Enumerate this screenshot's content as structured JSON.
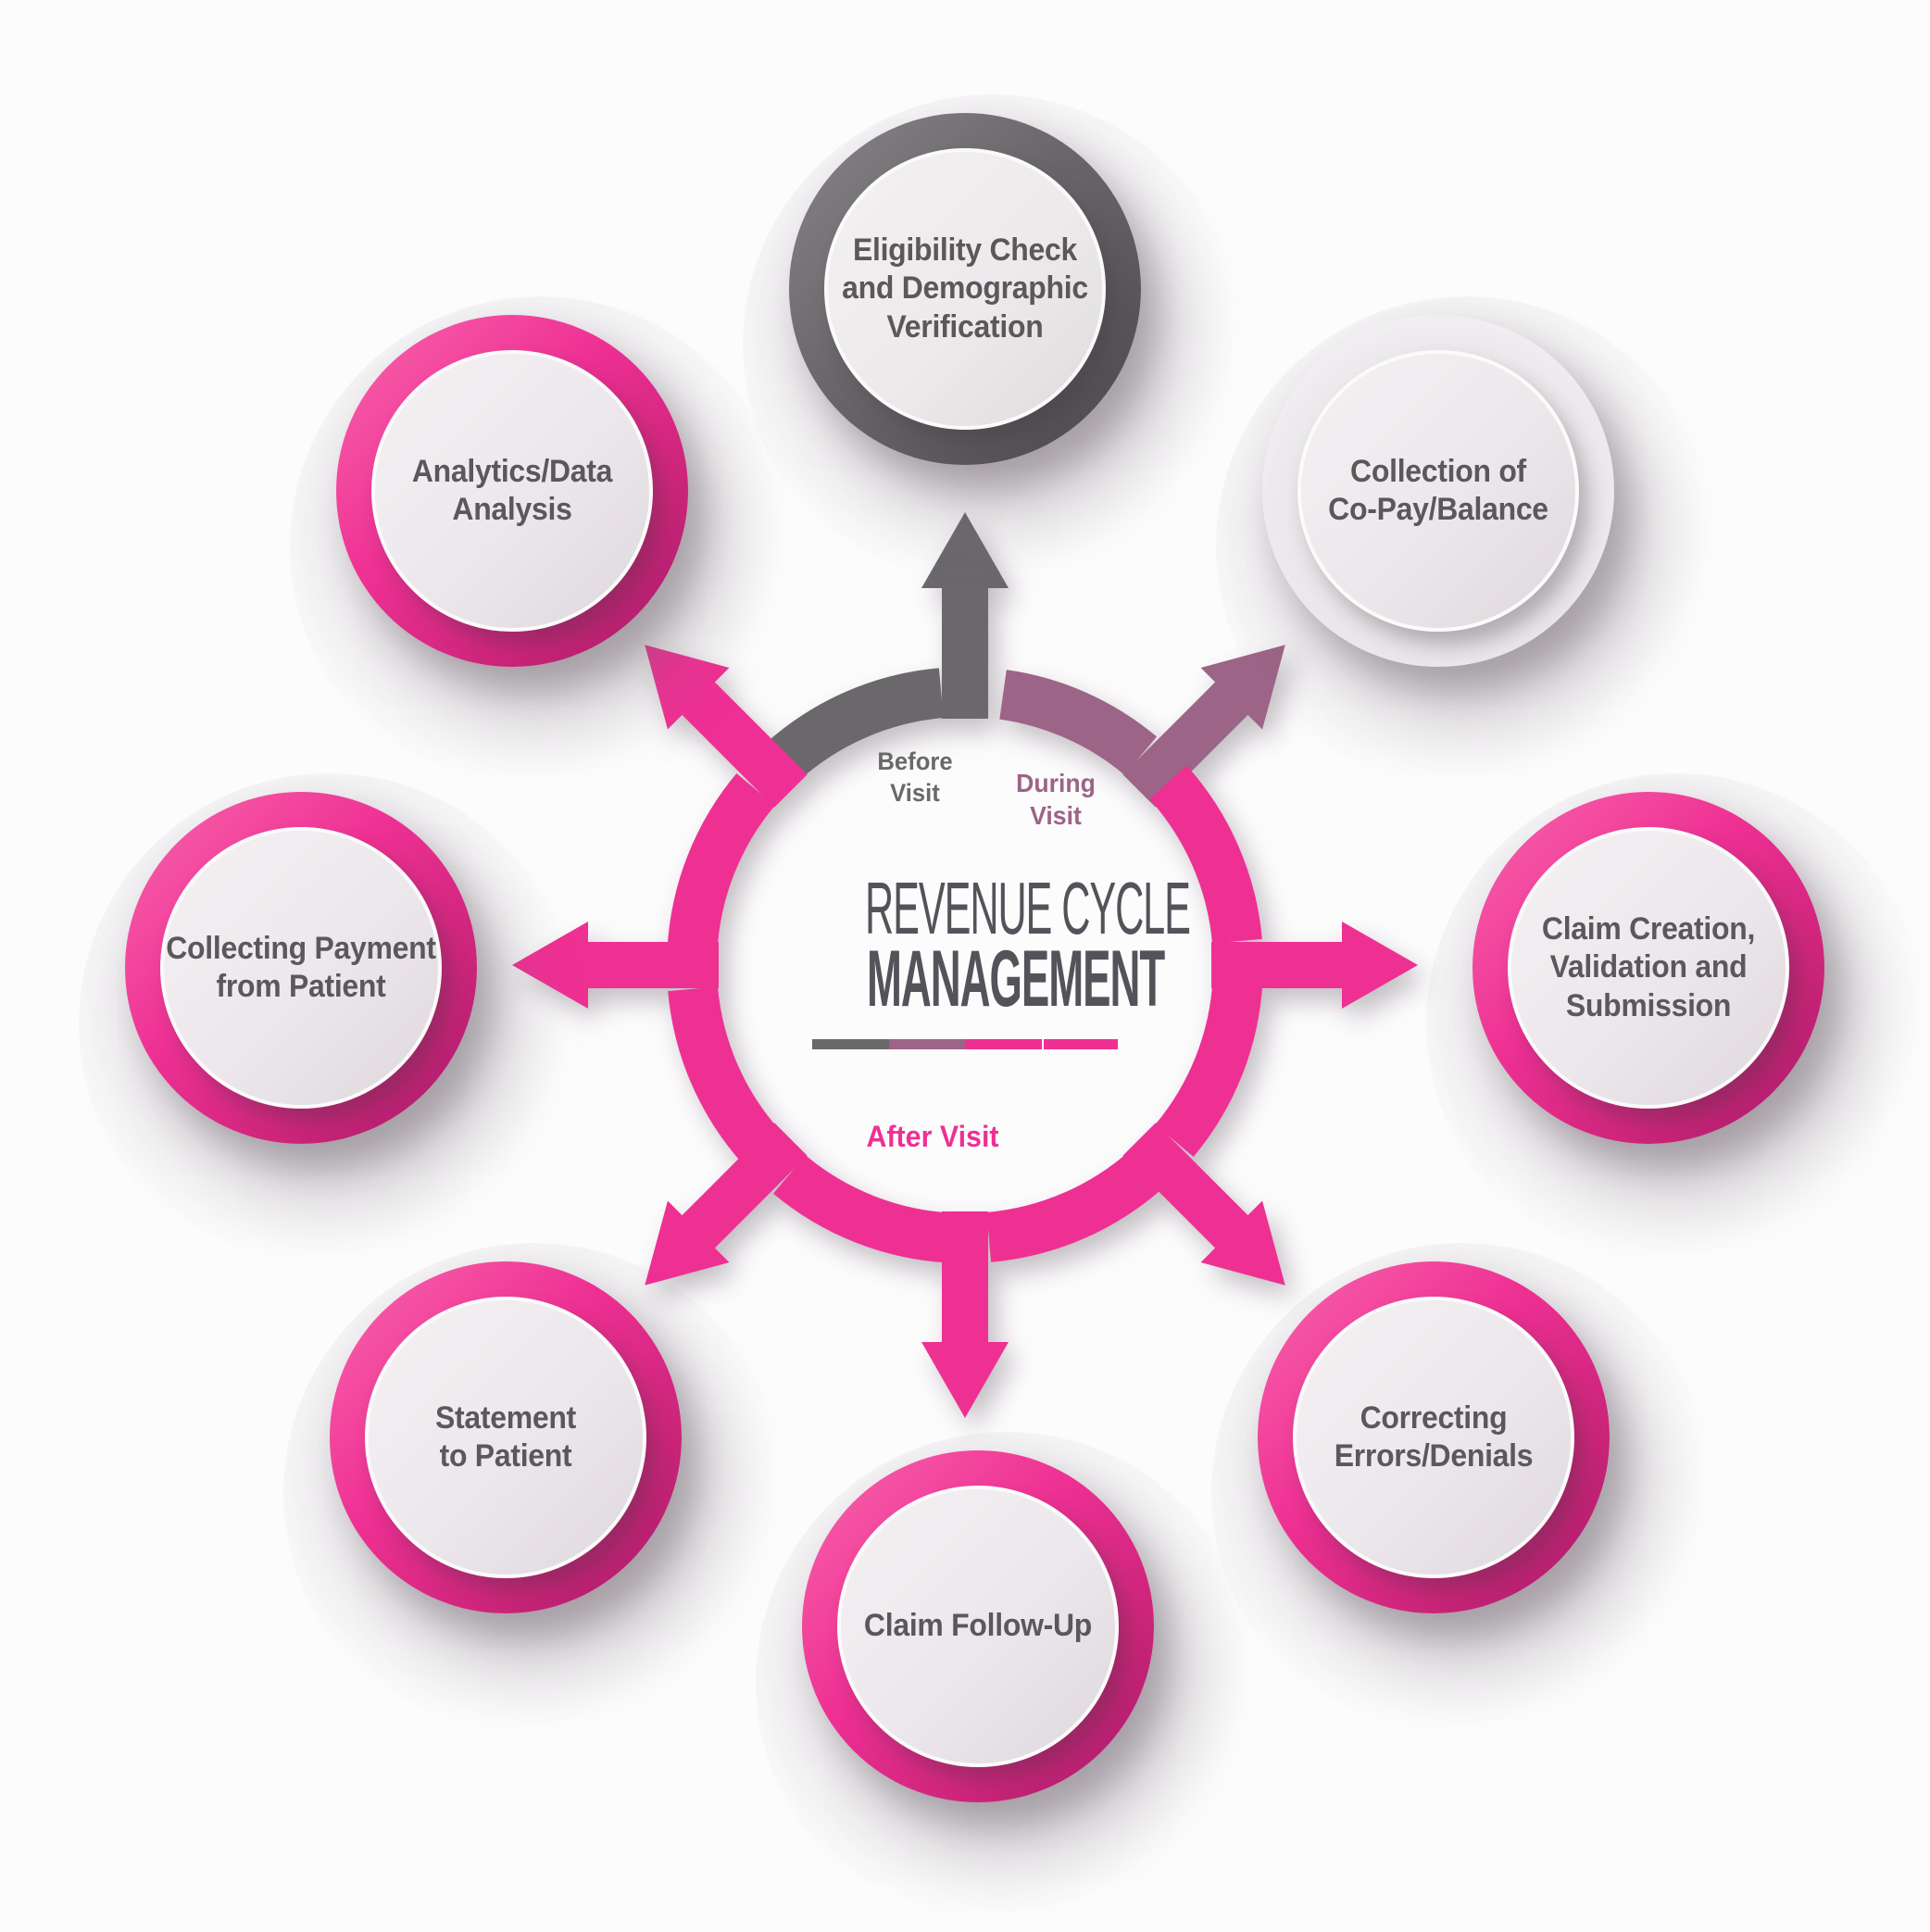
{
  "title": {
    "line1": "REVENUE CYCLE",
    "line2": "MANAGEMENT"
  },
  "legend_bar": {
    "segments": [
      "#6b686c",
      "#9c6486",
      "#ee3093",
      "#ee3093"
    ]
  },
  "phases": [
    {
      "id": "before",
      "label": "Before\nVisit",
      "color": "#6b686c"
    },
    {
      "id": "during",
      "label": "During\nVisit",
      "color": "#9c6486"
    },
    {
      "id": "after",
      "label": "After Visit",
      "color": "#ee3093"
    }
  ],
  "nodes": [
    {
      "id": "eligibility-check",
      "label": "Eligibility Check\nand Demographic\nVerification",
      "phase": "before",
      "ring_color": "#6b686c"
    },
    {
      "id": "copay-collection",
      "label": "Collection of\nCo-Pay/Balance",
      "phase": "during",
      "ring_color": "#9c6486"
    },
    {
      "id": "claim-creation",
      "label": "Claim Creation,\nValidation and\nSubmission",
      "phase": "after",
      "ring_color": "#ee3093"
    },
    {
      "id": "correcting-errors",
      "label": "Correcting\nErrors/Denials",
      "phase": "after",
      "ring_color": "#ee3093"
    },
    {
      "id": "claim-follow-up",
      "label": "Claim Follow-Up",
      "phase": "after",
      "ring_color": "#ee3093"
    },
    {
      "id": "statement-to-patient",
      "label": "Statement\nto Patient",
      "phase": "after",
      "ring_color": "#ee3093"
    },
    {
      "id": "collecting-payment",
      "label": "Collecting Payment\nfrom Patient",
      "phase": "after",
      "ring_color": "#ee3093"
    },
    {
      "id": "analytics",
      "label": "Analytics/Data\nAnalysis",
      "phase": "after",
      "ring_color": "#ee3093"
    }
  ],
  "colors": {
    "pink": "#ee3093",
    "mauve": "#9c6486",
    "gray": "#6b686c",
    "node-text": "#5b585c",
    "title-text": "#55525a"
  }
}
